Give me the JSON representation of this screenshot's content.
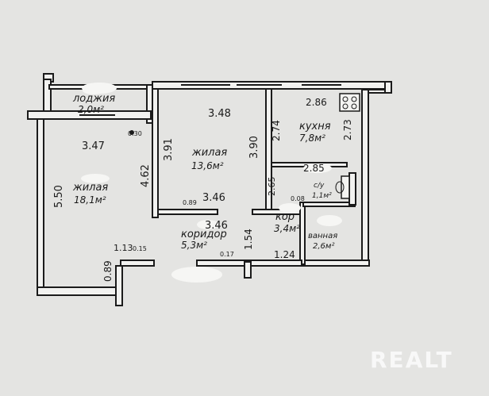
{
  "watermark": "REALT",
  "rooms": {
    "loggia": {
      "name": "лоджия",
      "area": "2,0м²"
    },
    "living1": {
      "name": "жилая",
      "area": "18,1м²"
    },
    "living2": {
      "name": "жилая",
      "area": "13,6м²"
    },
    "kitchen": {
      "name": "кухня",
      "area": "7,8м²"
    },
    "bath": {
      "name": "с/у",
      "area": "1,1м²"
    },
    "corr": {
      "name": "кор",
      "area": "3,4м²"
    },
    "bathroom": {
      "name": "ванная",
      "area": "2,6м²"
    },
    "hall": {
      "name": "коридор",
      "area": "5,3м²"
    }
  },
  "dims": {
    "d1": "3.47",
    "d2": "5.50",
    "d3": "4.62",
    "d4": "0.30",
    "d5": "3.48",
    "d6": "3.91",
    "d7": "3.90",
    "d8": "3.46",
    "d9": "0.89",
    "d10": "2.86",
    "d11": "2.74",
    "d12": "2.73",
    "d13": "2.85",
    "d14": "2.65",
    "d15": "0.08",
    "d16": "3.46",
    "d17": "1.54",
    "d18": "1.24",
    "d19": "1.13",
    "d20": "0.15",
    "d21": "0.17",
    "d22": "0.89"
  }
}
